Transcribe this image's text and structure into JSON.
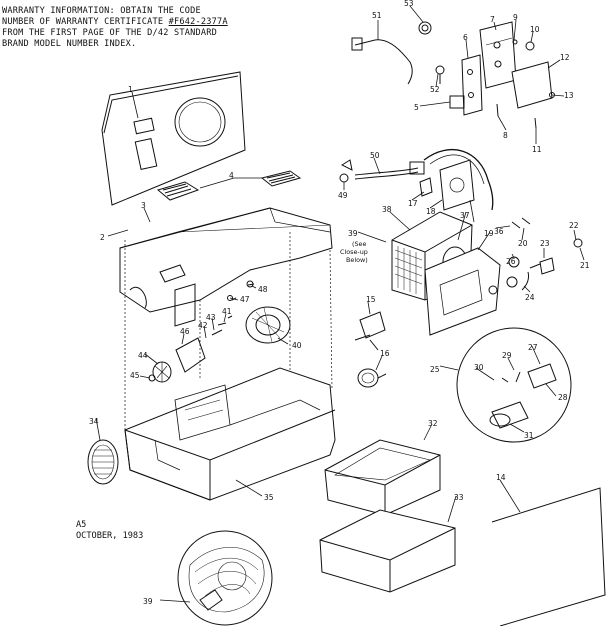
{
  "warranty": {
    "line1": "WARRANTY INFORMATION: OBTAIN THE CODE",
    "line2_pre": "NUMBER OF WARRANTY CERTIFICATE ",
    "line2_code": "#F642-2377A",
    "line3": "FROM THE FIRST PAGE OF THE D/42 STANDARD",
    "line4": "BRAND MODEL NUMBER INDEX."
  },
  "footer": {
    "code": "A5",
    "date": "OCTOBER, 1983"
  },
  "note": {
    "line1": "(See",
    "line2": "Close-up",
    "line3": "Below)"
  },
  "callouts": [
    "1",
    "2",
    "3",
    "4",
    "5",
    "6",
    "7",
    "8",
    "9",
    "10",
    "11",
    "12",
    "13",
    "14",
    "15",
    "16",
    "17",
    "18",
    "19",
    "20",
    "21",
    "22",
    "23",
    "24",
    "25",
    "26",
    "27",
    "28",
    "29",
    "30",
    "31",
    "32",
    "33",
    "34",
    "35",
    "36",
    "37",
    "38",
    "39",
    "39",
    "40",
    "41",
    "42",
    "43",
    "44",
    "45",
    "46",
    "47",
    "48",
    "49",
    "50",
    "51",
    "52",
    "53"
  ]
}
